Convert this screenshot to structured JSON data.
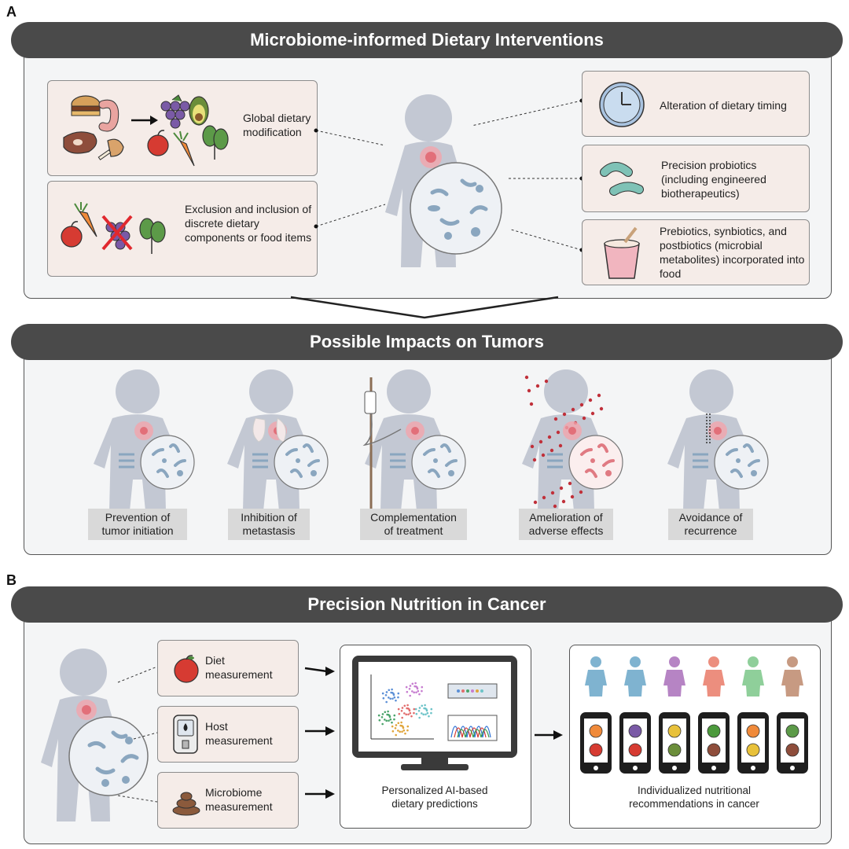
{
  "panels": {
    "a_letter": "A",
    "b_letter": "B"
  },
  "section1": {
    "title": "Microbiome-informed Dietary Interventions",
    "left_items": [
      {
        "text": "Global dietary modification"
      },
      {
        "text": "Exclusion and inclusion of discrete dietary components or food items"
      }
    ],
    "right_items": [
      {
        "text": "Alteration of dietary timing"
      },
      {
        "text": "Precision probiotics (including engineered biotherapeutics)"
      },
      {
        "text": "Prebiotics, synbiotics, and postbiotics (microbial metabolites) incorporated into food"
      }
    ]
  },
  "section2": {
    "title": "Possible Impacts on Tumors",
    "impacts": [
      {
        "line1": "Prevention of",
        "line2": "tumor initiation"
      },
      {
        "line1": "Inhibition of",
        "line2": "metastasis"
      },
      {
        "line1": "Complementation",
        "line2": "of treatment"
      },
      {
        "line1": "Amelioration of",
        "line2": "adverse effects"
      },
      {
        "line1": "Avoidance of",
        "line2": "recurrence"
      }
    ]
  },
  "section3": {
    "title": "Precision Nutrition in Cancer",
    "measurements": [
      {
        "line1": "Diet",
        "line2": "measurement"
      },
      {
        "line1": "Host",
        "line2": "measurement"
      },
      {
        "line1": "Microbiome",
        "line2": "measurement"
      }
    ],
    "ai_caption": {
      "line1": "Personalized AI-based",
      "line2": "dietary predictions"
    },
    "rec_caption": {
      "line1": "Individualized nutritional",
      "line2": "recommendations in cancer"
    }
  },
  "colors": {
    "header_bg": "#4a4a4a",
    "section_bg": "#f4f5f6",
    "card_bg": "#f5ece8",
    "body_silhouette": "#c3c8d3",
    "label_bg": "#d9d9d9",
    "tumor_red": "#e0606a",
    "person_colors": [
      "#7fb3d0",
      "#7fb3d0",
      "#b684c4",
      "#ec8e7e",
      "#8fcf9a",
      "#c79a82"
    ]
  }
}
